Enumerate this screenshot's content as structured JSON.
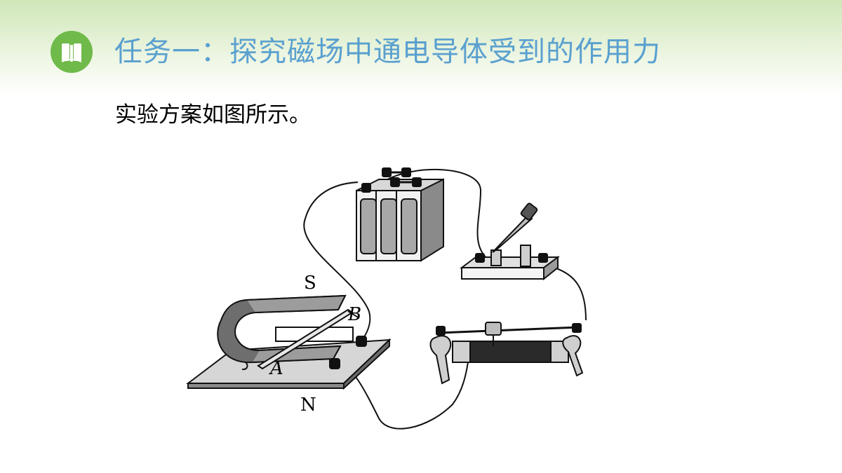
{
  "header": {
    "title": "任务一：探究磁场中通电导体受到的作用力",
    "badge_icon": "book-icon",
    "accent_color": "#5aa0cf",
    "badge_color": "#6fba4a"
  },
  "content": {
    "intro": "实验方案如图所示。"
  },
  "diagram": {
    "labels": {
      "south_pole": "S",
      "north_pole": "N",
      "rod_end_a": "A",
      "rod_end_b": "B"
    },
    "components": [
      "battery-pack",
      "knife-switch",
      "horseshoe-magnet",
      "conductor-rod",
      "sliding-rheostat"
    ]
  }
}
